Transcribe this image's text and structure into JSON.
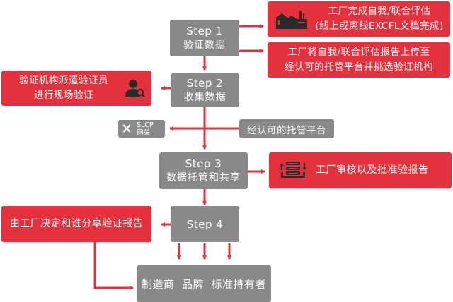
{
  "colors": {
    "red": "#e3323d",
    "gray": "#898989",
    "arrow": "#e3323d",
    "icon": "#2a2a2a"
  },
  "steps": [
    {
      "title": "Step 1",
      "subtitle": "验证数据"
    },
    {
      "title": "Step 2",
      "subtitle": "收集数据"
    },
    {
      "title": "Step 3",
      "subtitle": "数据托管和共享"
    },
    {
      "title": "Step 4",
      "subtitle": ""
    }
  ],
  "boxes": {
    "factory_self_assessment": {
      "line1": "工厂完成自我/联合评估",
      "line2": "(线上或离线EXCFL文档完成)",
      "icon": "factory-icon"
    },
    "factory_upload": {
      "line1": "工厂将自我/联合评估报告上传至",
      "line2": "经认可的托管平台并挑选验证机构"
    },
    "verifier_onsite": {
      "line1": "验证机构派遣验证员",
      "line2": "进行现场验证",
      "icon": "verifier-person-icon"
    },
    "slcp_gateway": {
      "line1": "SLCP",
      "line2": "网关",
      "icon": "slcp-logo-icon"
    },
    "accredited_host": {
      "label": "经认可的托管平台"
    },
    "factory_approve": {
      "label": "工厂审核以及批准验报告",
      "icon": "data-server-icon"
    },
    "factory_share": {
      "label": "由工厂决定和谁分享验证报告"
    },
    "recipients": {
      "label": "制造商  品牌  标准持有者"
    }
  }
}
